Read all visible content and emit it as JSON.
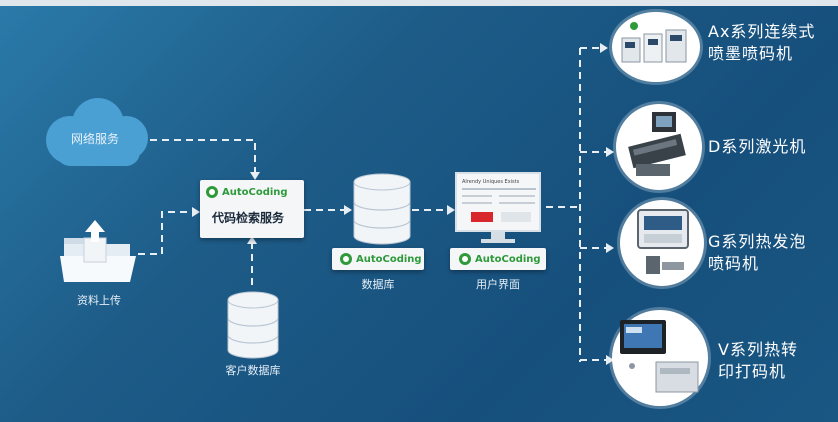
{
  "diagram": {
    "cloud_label": "网络服务",
    "upload_label": "资料上传",
    "service_box": {
      "brand": "AutoCoding",
      "title": "代码检索服务"
    },
    "customer_db_label": "客户数据库",
    "database": {
      "brand": "AutoCoding",
      "label": "数据库"
    },
    "ui": {
      "brand": "AutoCoding",
      "label": "用户界面",
      "screen_header": "Alrendy  Uniques  Exists"
    },
    "machines": [
      {
        "line1": "Ax系列连续式",
        "line2": "喷墨喷码机"
      },
      {
        "line1": "D系列激光机",
        "line2": ""
      },
      {
        "line1": "G系列热发泡",
        "line2": "喷码机"
      },
      {
        "line1": "V系列热转",
        "line2": "印打码机"
      }
    ]
  },
  "colors": {
    "background": "#1e5c88",
    "cloud": "#4a9fd3",
    "brand_green": "#2e9a3a",
    "connector": "#e8eef3",
    "ui_red": "#d9272e"
  }
}
